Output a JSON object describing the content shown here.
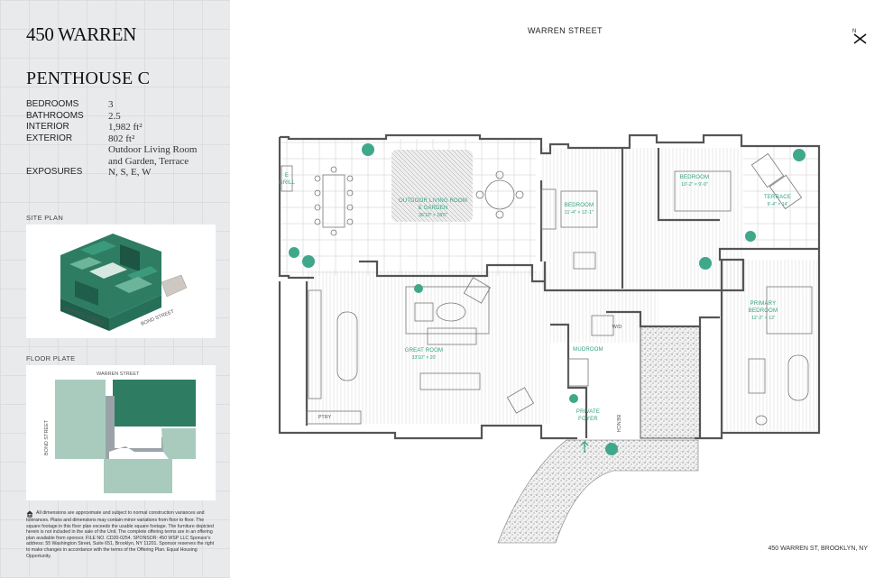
{
  "sidebar": {
    "brand": "450 WARREN",
    "unit_title": "PENTHOUSE C",
    "specs": [
      {
        "label": "BEDROOMS",
        "value": "3"
      },
      {
        "label": "BATHROOMS",
        "value": "2.5"
      },
      {
        "label": "INTERIOR",
        "value": "1,982 ft²"
      },
      {
        "label": "EXTERIOR",
        "value": "802 ft²"
      },
      {
        "label": "",
        "value": "Outdoor Living Room"
      },
      {
        "label": "",
        "value": "and Garden, Terrace"
      },
      {
        "label": "EXPOSURES",
        "value": "N, S, E, W"
      }
    ],
    "site_plan_label": "SITE PLAN",
    "site_plan_streets": {
      "a": "WARREN STREET",
      "b": "BOND STREET"
    },
    "floor_plate_label": "FLOOR PLATE",
    "floor_plate_streets": {
      "top": "WARREN STREET",
      "side": "BOND STREET"
    },
    "disclaimer": "All dimensions are approximate and subject to normal construction variances and tolerances. Plans and dimensions may contain minor variations from floor to floor. The square footage in this floor plan exceeds the usable square footage. The furniture depicted herein is not included in the sale of the Unit. The complete offering terms are in an offering plan available from sponsor. FILE NO. CD20-0254. SPONSOR: 450 WSP LLC Sponsor's address: 55 Washington Street, Suite 651, Brooklyn, NY 11201. Sponsor reserves the right to make changes in accordance with the terms of the Offering Plan. Equal Housing Opportunity."
  },
  "main": {
    "street_top": "WARREN STREET",
    "compass_letter": "N",
    "address": "450 WARREN ST, BROOKLYN, NY",
    "rooms": {
      "outdoor": {
        "name1": "OUTDOOR LIVING ROOM",
        "name2": "& GARDEN",
        "dim": "36'10\" × 18'6\""
      },
      "bedroom1": {
        "name": "BEDROOM",
        "dim": "11'-4\" × 12'-1\""
      },
      "bedroom2": {
        "name": "BEDROOM",
        "dim": "10'-2\" × 9'-9\""
      },
      "terrace": {
        "name": "TERRACE",
        "dim": "9'-4\" × 14'"
      },
      "primary": {
        "name1": "PRIMARY",
        "name2": "BEDROOM",
        "dim": "12'-2\" × 12'"
      },
      "great_room": {
        "name": "GREAT ROOM",
        "dim": "33'10\" × 20'"
      },
      "mudroom": {
        "name": "MUDROOM"
      },
      "private_foyer": {
        "name1": "PRIVATE",
        "name2": "FOYER"
      },
      "grill": {
        "name1": "E",
        "name2": "GRILL"
      },
      "ptry": {
        "name": "PTRY"
      },
      "wd": {
        "name": "W/D"
      },
      "bench": {
        "name": "BENCH"
      }
    }
  },
  "colors": {
    "accent": "#2f9f7f",
    "sidebar_bg": "#e9eaec",
    "massing_green": "#2e7d63",
    "massing_light": "#9cc9b8"
  }
}
